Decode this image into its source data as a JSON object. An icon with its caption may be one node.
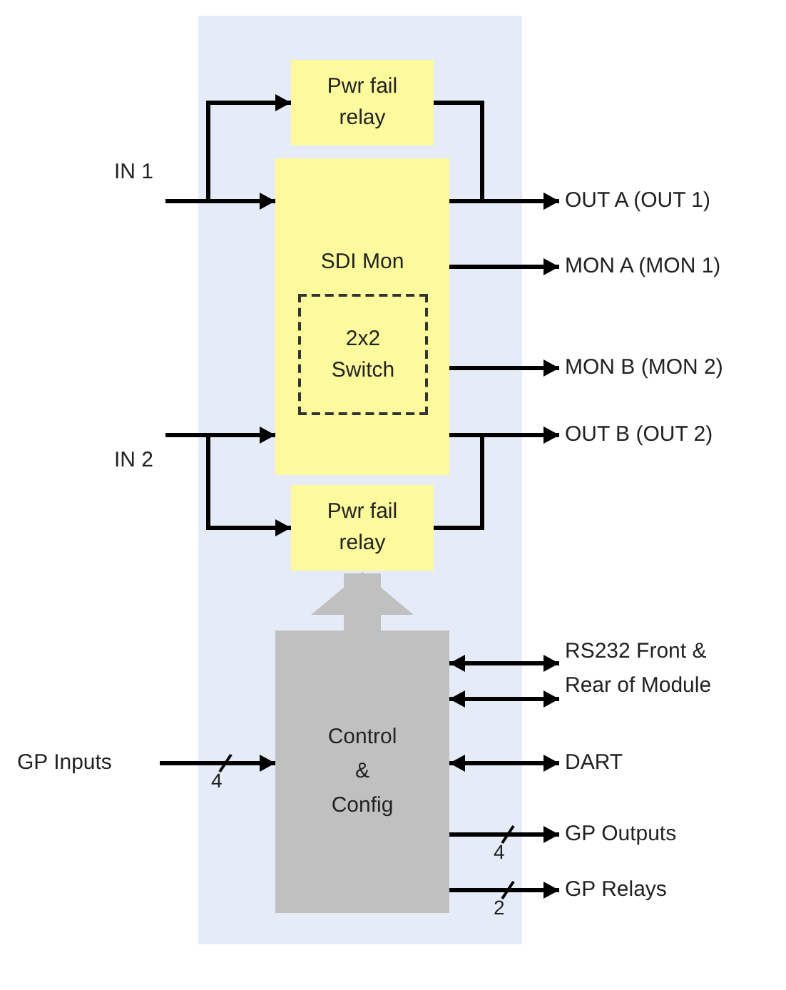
{
  "diagram": {
    "nodes": [
      {
        "text": [],
        "shape": "box"
      },
      {
        "text": [
          "Pwr fail relay"
        ],
        "in": 0
      },
      {
        "text": [
          "SDI Mon"
        ],
        "in": 0
      },
      {
        "text": [
          "2x2 Switch"
        ],
        "in": 2
      },
      {
        "text": [
          "Pwr fail relay"
        ],
        "in": 0
      },
      {
        "text": [
          "Control & Config"
        ],
        "in": 0
      },
      {
        "text": [
          "IN 1"
        ]
      },
      {
        "text": [
          "IN 2"
        ]
      },
      {
        "text": [
          "OUT A (OUT 1)"
        ]
      },
      {
        "text": [
          "MON A (MON 1)"
        ]
      },
      {
        "text": [
          "MON B (MON 2)"
        ]
      },
      {
        "text": [
          "OUT B (OUT 2)"
        ]
      },
      {
        "text": [
          "RS232 Front & Rear of Module"
        ]
      },
      {
        "text": [
          "DART"
        ]
      },
      {
        "text": [
          "GP Inputs"
        ]
      },
      {
        "text": [
          "GP Outputs"
        ]
      },
      {
        "text": [
          "GP Relays"
        ]
      }
    ],
    "edges": [
      {
        "from": 6,
        "to": 2,
        "arrow": "to"
      },
      {
        "from": 6,
        "to": 1,
        "arrow": "to"
      },
      {
        "from": 1,
        "to": 8,
        "arrow": "to"
      },
      {
        "from": 2,
        "to": 8,
        "arrow": "to"
      },
      {
        "from": 2,
        "to": 9,
        "arrow": "to"
      },
      {
        "from": 2,
        "to": 10,
        "arrow": "to"
      },
      {
        "from": 2,
        "to": 11,
        "arrow": "to"
      },
      {
        "from": 7,
        "to": 2,
        "arrow": "to"
      },
      {
        "from": 7,
        "to": 4,
        "arrow": "to"
      },
      {
        "from": 4,
        "to": 11,
        "arrow": "to"
      },
      {
        "from": 5,
        "to": 4,
        "arrow": "to",
        "style": "thick",
        "color": "#c0c0c0"
      },
      {
        "from": 5,
        "to": 12,
        "arrow": "both"
      },
      {
        "from": 5,
        "to": 12,
        "arrow": "both"
      },
      {
        "from": 5,
        "to": 13,
        "arrow": "both"
      },
      {
        "from": 14,
        "to": 5,
        "arrow": "to",
        "label": "4"
      },
      {
        "from": 5,
        "to": 15,
        "arrow": "to",
        "label": "4"
      },
      {
        "from": 5,
        "to": 16,
        "arrow": "to",
        "label": "2"
      }
    ]
  }
}
